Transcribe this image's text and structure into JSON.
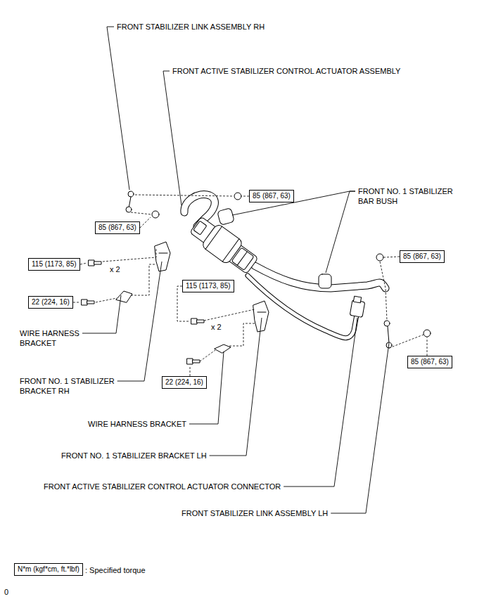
{
  "diagram": {
    "nodes": [
      {
        "text": [
          "85 (867, 63)"
        ]
      },
      {
        "text": [
          "85 (867, 63)"
        ]
      },
      {
        "text": [
          "115 (1173, 85)"
        ]
      },
      {
        "text": [
          "85 (867, 63)"
        ]
      },
      {
        "text": [
          "115 (1173, 85)"
        ]
      },
      {
        "text": [
          "22 (224, 16)"
        ]
      },
      {
        "text": [
          "85 (867, 63)"
        ]
      },
      {
        "text": [
          "22 (224, 16)"
        ]
      },
      {
        "text": [
          "N*m (kgf*cm, ft.*lbf)",
          ": Specified torque"
        ]
      }
    ],
    "labels": [
      "FRONT STABILIZER LINK ASSEMBLY RH",
      "FRONT ACTIVE STABILIZER CONTROL ACTUATOR ASSEMBLY",
      "FRONT NO. 1 STABILIZER BAR BUSH",
      "x 2",
      "x 2",
      "WIRE HARNESS BRACKET",
      "FRONT NO. 1 STABILIZER BRACKET RH",
      "WIRE HARNESS BRACKET",
      "FRONT NO. 1 STABILIZER BRACKET LH",
      "FRONT ACTIVE STABILIZER CONTROL ACTUATOR CONNECTOR",
      "FRONT STABILIZER LINK ASSEMBLY LH",
      "0"
    ]
  }
}
